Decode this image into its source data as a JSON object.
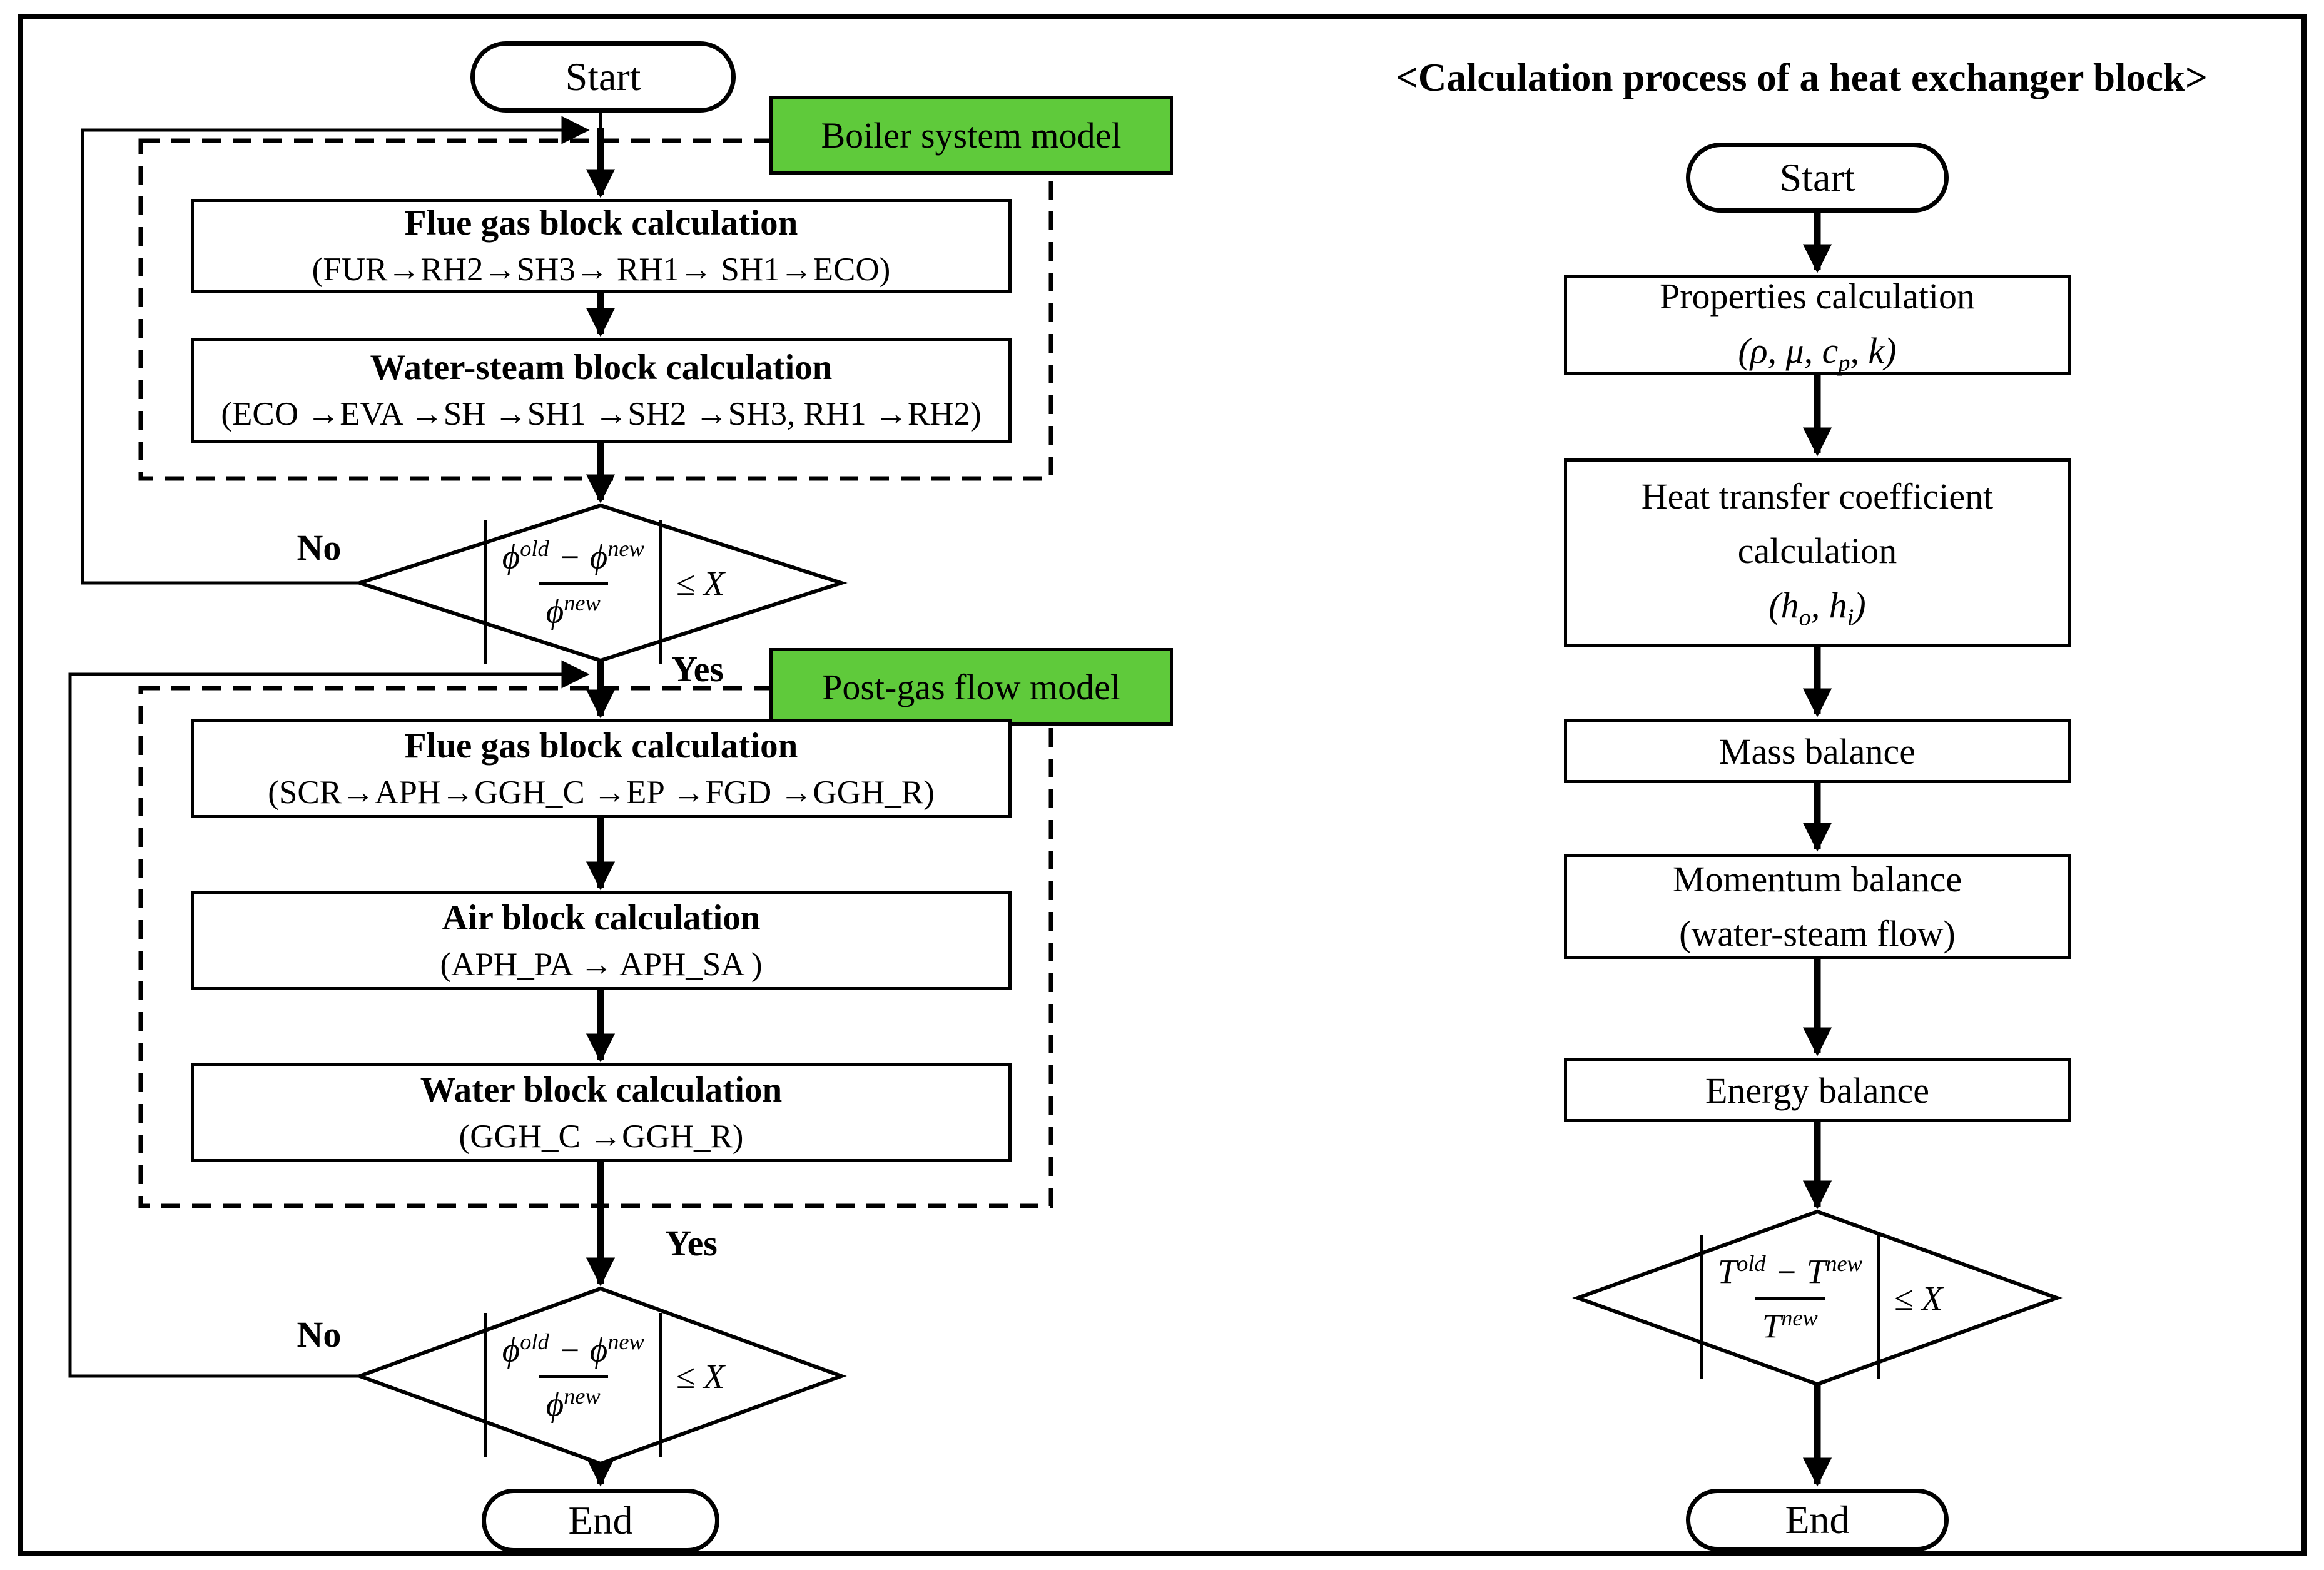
{
  "colors": {
    "green": "#5fca3b",
    "line": "#000000"
  },
  "left": {
    "start": "Start",
    "end": "End",
    "region1_label": "Boiler system model",
    "region2_label": "Post-gas flow model",
    "flue1": {
      "title": "Flue gas block calculation",
      "sub": "(FUR→RH2→SH3→ RH1→ SH1→ECO)"
    },
    "water_steam": {
      "title": "Water-steam block calculation",
      "sub": "(ECO →EVA →SH →SH1 →SH2 →SH3, RH1 →RH2)"
    },
    "flue2": {
      "title": "Flue gas block calculation",
      "sub": "(SCR→APH→GGH_C →EP →FGD →GGH_R)"
    },
    "air": {
      "title": "Air block calculation",
      "sub": "(APH_PA → APH_SA )"
    },
    "water": {
      "title": "Water block calculation",
      "sub": "(GGH_C →GGH_R)"
    },
    "labels": {
      "no": "No",
      "yes": "Yes"
    },
    "formula": {
      "sym": "ϕ",
      "sup_old": "old",
      "minus": "−",
      "sup_new": "new",
      "cond": "≤ X"
    }
  },
  "right": {
    "title": "<Calculation process of a heat exchanger block>",
    "start": "Start",
    "end": "End",
    "properties": {
      "title": "Properties calculation",
      "math_pre": "(ρ, μ, c",
      "math_sub": "p",
      "math_post": ", k)"
    },
    "heat": {
      "line1": "Heat transfer coefficient",
      "line2": "calculation",
      "math_pre": "(h",
      "sub_o": "o",
      "math_mid": ", h",
      "sub_i": "i",
      "math_post": ")"
    },
    "mass": {
      "title": "Mass balance"
    },
    "momentum": {
      "title": "Momentum balance",
      "sub": "(water-steam flow)"
    },
    "energy": {
      "title": "Energy balance"
    },
    "formula": {
      "sym": "T",
      "sup_old": "old",
      "minus": "−",
      "sup_new": "new",
      "cond": "≤ X"
    }
  }
}
